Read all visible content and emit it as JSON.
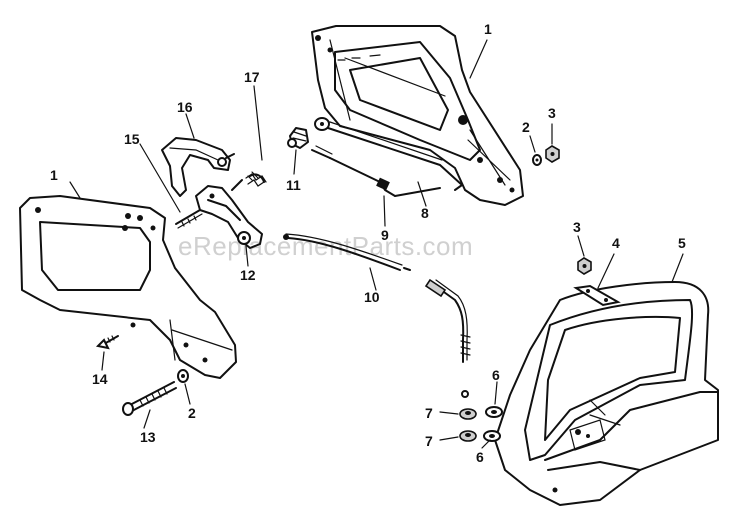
{
  "watermark": "eReplacementParts.com",
  "callouts": [
    {
      "id": "c1a",
      "text": "1"
    },
    {
      "id": "c1b",
      "text": "1"
    },
    {
      "id": "c2a",
      "text": "2"
    },
    {
      "id": "c2b",
      "text": "2"
    },
    {
      "id": "c3a",
      "text": "3"
    },
    {
      "id": "c3b",
      "text": "3"
    },
    {
      "id": "c4",
      "text": "4"
    },
    {
      "id": "c5",
      "text": "5"
    },
    {
      "id": "c6a",
      "text": "6"
    },
    {
      "id": "c6b",
      "text": "6"
    },
    {
      "id": "c7a",
      "text": "7"
    },
    {
      "id": "c7b",
      "text": "7"
    },
    {
      "id": "c8",
      "text": "8"
    },
    {
      "id": "c9",
      "text": "9"
    },
    {
      "id": "c10",
      "text": "10"
    },
    {
      "id": "c11",
      "text": "11"
    },
    {
      "id": "c12",
      "text": "12"
    },
    {
      "id": "c13",
      "text": "13"
    },
    {
      "id": "c14",
      "text": "14"
    },
    {
      "id": "c15",
      "text": "15"
    },
    {
      "id": "c16",
      "text": "16"
    },
    {
      "id": "c17",
      "text": "17"
    }
  ]
}
